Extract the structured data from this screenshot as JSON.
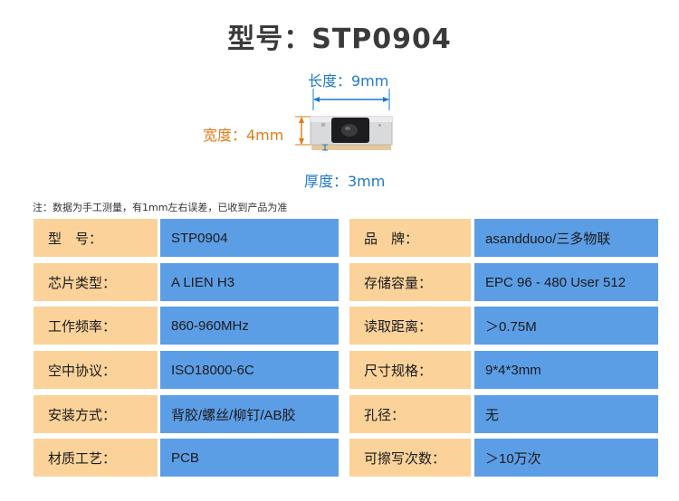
{
  "title": "型号：STP0904",
  "dimensions": {
    "length": "长度：9mm",
    "width": "宽度：4mm",
    "thickness": "厚度：3mm"
  },
  "note": "注：数据为手工测量，有1mm左右误差，已收到产品为准",
  "colors": {
    "label_bg": "#fbd39a",
    "value_bg": "#5c9ee6",
    "length_color": "#1f78c8",
    "width_color": "#e07b16"
  },
  "specs": [
    {
      "label1": "型　号：",
      "value1": "STP0904",
      "label2": "品　牌：",
      "value2": "asandduoo/三多物联"
    },
    {
      "label1": "芯片类型：",
      "value1": "A LIEN H3",
      "label2": "存储容量：",
      "value2": "EPC 96 - 480 User 512"
    },
    {
      "label1": "工作频率：",
      "value1": "860-960MHz",
      "label2": "读取距离：",
      "value2": "＞0.75M"
    },
    {
      "label1": "空中协议：",
      "value1": "ISO18000-6C",
      "label2": "尺寸规格：",
      "value2": "9*4*3mm"
    },
    {
      "label1": "安装方式：",
      "value1": "背胶/螺丝/柳钉/AB胶",
      "label2": "孔径：",
      "value2": "无"
    },
    {
      "label1": "材质工艺：",
      "value1": "PCB",
      "label2": "可擦写次数：",
      "value2": "＞10万次"
    }
  ]
}
